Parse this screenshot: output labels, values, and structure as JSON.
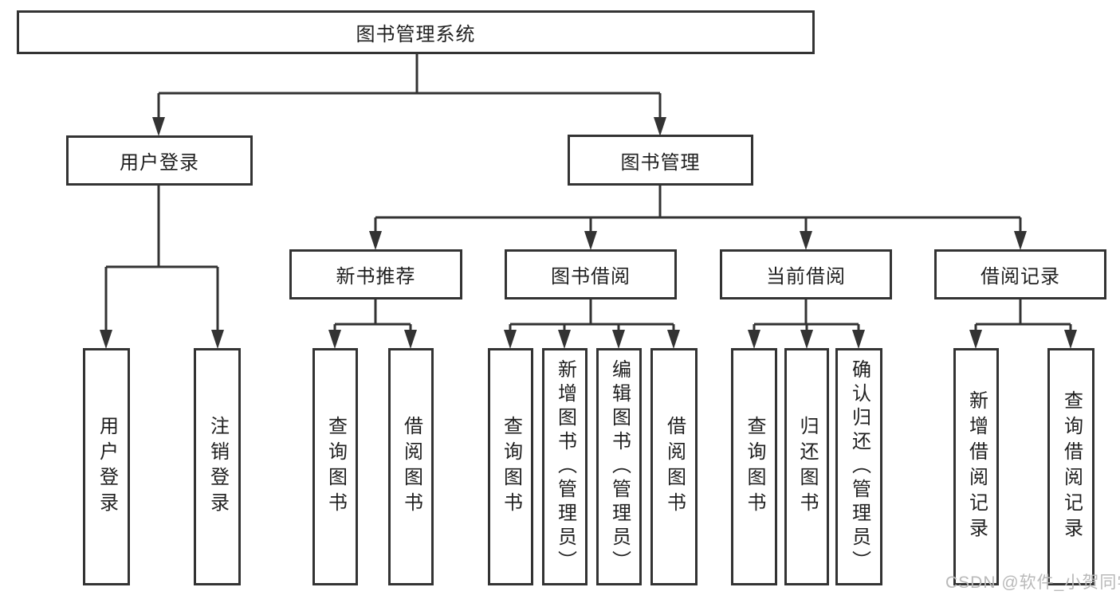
{
  "tree": {
    "root": "图书管理系统",
    "branches": [
      {
        "label": "用户登录",
        "children": [
          "用户登录",
          "注销登录"
        ]
      },
      {
        "label": "图书管理",
        "groups": [
          {
            "label": "新书推荐",
            "children": [
              "查询图书",
              "借阅图书"
            ]
          },
          {
            "label": "图书借阅",
            "children": [
              "查询图书",
              "新增图书（管理员）",
              "编辑图书（管理员）",
              "借阅图书"
            ]
          },
          {
            "label": "当前借阅",
            "children": [
              "查询图书",
              "归还图书",
              "确认归还（管理员）"
            ]
          },
          {
            "label": "借阅记录",
            "children": [
              "新增借阅记录",
              "查询借阅记录"
            ]
          }
        ]
      }
    ]
  },
  "colors": {
    "line": "#333333",
    "text": "#1f1f1f",
    "watermark_gray": "#b9b9b9"
  },
  "watermark": "CSDN @软件_小贺同学"
}
